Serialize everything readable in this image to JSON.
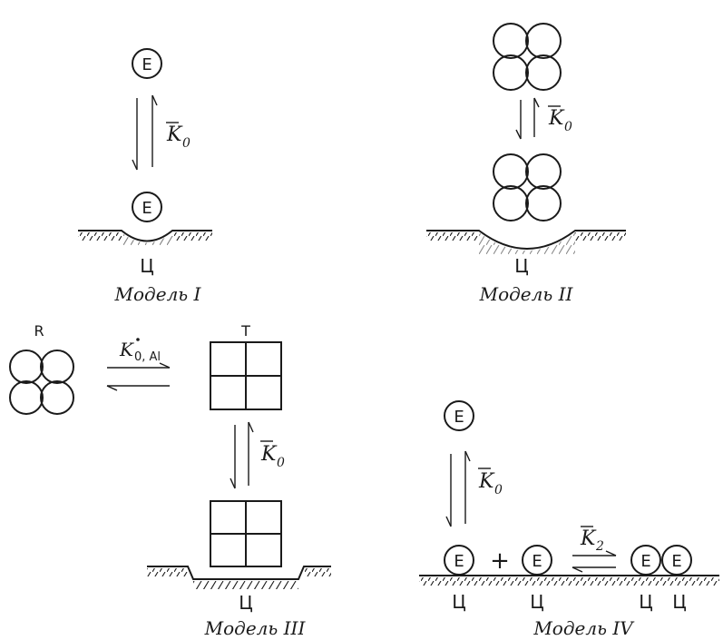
{
  "models": [
    {
      "title": "Модель I",
      "site_label": "Ц",
      "enzyme_label": "E",
      "rate_constant": "K",
      "rate_subscript": "0"
    },
    {
      "title": "Модель II",
      "site_label": "Ц",
      "rate_constant": "K",
      "rate_subscript": "0"
    },
    {
      "title": "Модель III",
      "site_label": "Ц",
      "r_label": "R",
      "t_label": "T",
      "k_label": "K",
      "k_subscript": "0, Al",
      "rate_constant": "K",
      "rate_subscript": "0"
    },
    {
      "title": "Модель IV",
      "enzyme_label": "E",
      "plus": "+",
      "rate_constant": "K",
      "rate_subscript": "0",
      "k2": "K",
      "k2_subscript": "2",
      "site_labels": [
        "Ц",
        "Ц",
        "Ц",
        "Ц"
      ]
    }
  ]
}
